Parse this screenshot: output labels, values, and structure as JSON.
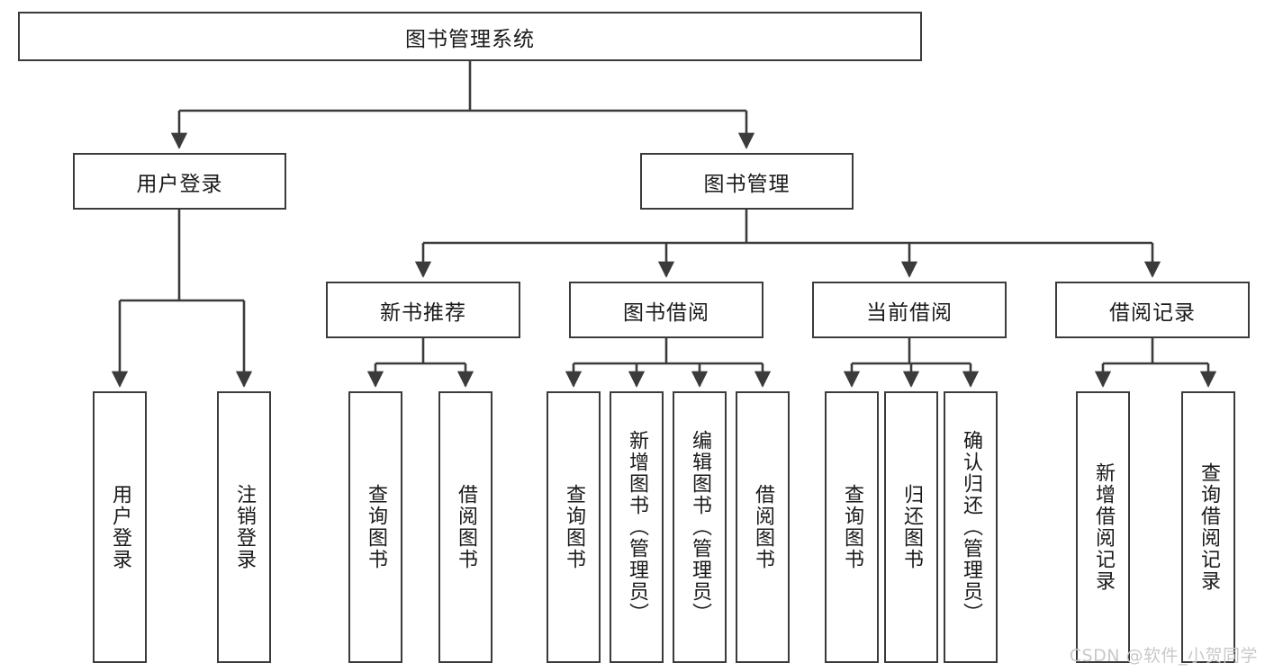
{
  "diagram": {
    "type": "tree",
    "title": "图书管理系统",
    "watermark": "CSDN @软件_小贺同学",
    "colors": {
      "box_border": "#3b3b3b",
      "box_fill": "#ffffff",
      "connector": "#3b3b3b",
      "text": "#1a1a1a",
      "watermark": "#c9c9c9"
    },
    "nodes": {
      "root": {
        "label": "图书管理系统",
        "level": 1,
        "orientation": "horizontal"
      },
      "l2": [
        {
          "id": "user-login",
          "label": "用户登录",
          "orientation": "horizontal"
        },
        {
          "id": "book-manage",
          "label": "图书管理",
          "orientation": "horizontal"
        }
      ],
      "l3": [
        {
          "id": "new-book-recommend",
          "label": "新书推荐",
          "orientation": "horizontal"
        },
        {
          "id": "book-borrow",
          "label": "图书借阅",
          "orientation": "horizontal"
        },
        {
          "id": "current-borrow",
          "label": "当前借阅",
          "orientation": "horizontal"
        },
        {
          "id": "borrow-record",
          "label": "借阅记录",
          "orientation": "horizontal"
        }
      ],
      "leaves": [
        {
          "id": "leaf-user-login",
          "label": "用户登录",
          "parent": "user-login",
          "orientation": "vertical"
        },
        {
          "id": "leaf-user-logout",
          "label": "注销登录",
          "parent": "user-login",
          "orientation": "vertical"
        },
        {
          "id": "leaf-query-book-1",
          "label": "查询图书",
          "parent": "new-book-recommend",
          "orientation": "vertical"
        },
        {
          "id": "leaf-borrow-book-1",
          "label": "借阅图书",
          "parent": "new-book-recommend",
          "orientation": "vertical"
        },
        {
          "id": "leaf-query-book-2",
          "label": "查询图书",
          "parent": "book-borrow",
          "orientation": "vertical"
        },
        {
          "id": "leaf-add-book",
          "label": "新增图书（管理员）",
          "parent": "book-borrow",
          "orientation": "vertical"
        },
        {
          "id": "leaf-edit-book",
          "label": "编辑图书（管理员）",
          "parent": "book-borrow",
          "orientation": "vertical"
        },
        {
          "id": "leaf-borrow-book-2",
          "label": "借阅图书",
          "parent": "book-borrow",
          "orientation": "vertical"
        },
        {
          "id": "leaf-query-book-3",
          "label": "查询图书",
          "parent": "current-borrow",
          "orientation": "vertical"
        },
        {
          "id": "leaf-return-book",
          "label": "归还图书",
          "parent": "current-borrow",
          "orientation": "vertical"
        },
        {
          "id": "leaf-confirm-return",
          "label": "确认归还（管理员）",
          "parent": "current-borrow",
          "orientation": "vertical"
        },
        {
          "id": "leaf-add-record",
          "label": "新增借阅记录",
          "parent": "borrow-record",
          "orientation": "vertical"
        },
        {
          "id": "leaf-query-record",
          "label": "查询借阅记录",
          "parent": "borrow-record",
          "orientation": "vertical"
        }
      ]
    }
  }
}
